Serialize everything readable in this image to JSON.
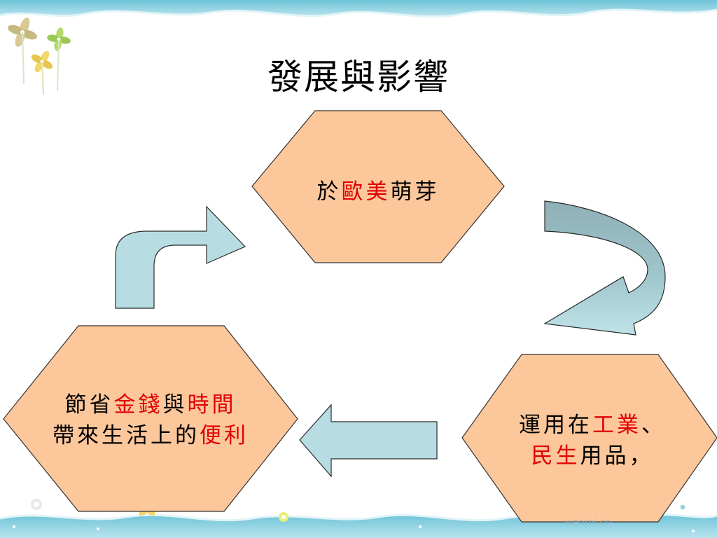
{
  "title": "發展與影響",
  "nodes": {
    "top": {
      "parts": [
        {
          "text": "於",
          "highlight": false
        },
        {
          "text": "歐美",
          "highlight": true
        },
        {
          "text": "萌芽",
          "highlight": false
        }
      ]
    },
    "bottom_right": {
      "line1": [
        {
          "text": "運用在",
          "highlight": false
        },
        {
          "text": "工業",
          "highlight": true
        },
        {
          "text": "、",
          "highlight": false
        }
      ],
      "line2": [
        {
          "text": "民生",
          "highlight": true
        },
        {
          "text": "用品，",
          "highlight": false
        }
      ]
    },
    "bottom_left": {
      "line1": [
        {
          "text": "節省",
          "highlight": false
        },
        {
          "text": "金錢",
          "highlight": true
        },
        {
          "text": "與",
          "highlight": false
        },
        {
          "text": "時間",
          "highlight": true
        }
      ],
      "line2": [
        {
          "text": "帶來生活上的",
          "highlight": false
        },
        {
          "text": "便利",
          "highlight": true
        }
      ]
    }
  },
  "colors": {
    "hexagon_fill": "#fcc79b",
    "arrow_fill": "#b7dde3",
    "highlight_text": "#e00000",
    "wave": "#8fd0e0"
  },
  "watermark": "wenmi.cn"
}
